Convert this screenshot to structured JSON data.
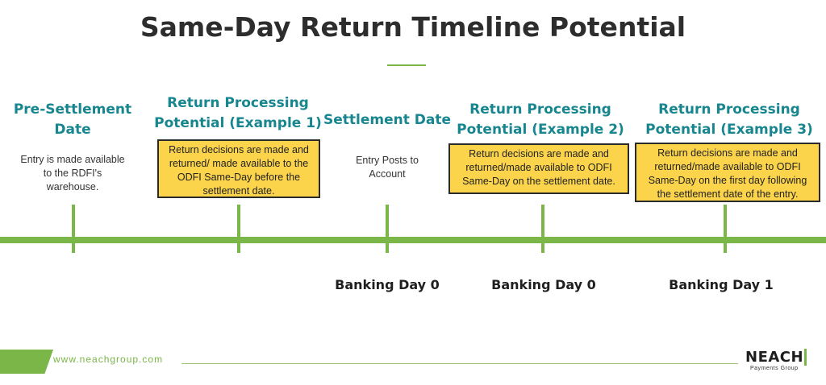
{
  "title": "Same-Day Return Timeline Potential",
  "colors": {
    "accent_green": "#7ab648",
    "heading_teal": "#17868f",
    "box_yellow": "#fbd44c"
  },
  "stages": [
    {
      "heading": "Pre-Settlement\nDate",
      "description": "Entry is made available\nto the RDFI's\nwarehouse."
    },
    {
      "heading": "Return Processing\nPotential (Example 1)",
      "box": "Return decisions are made and\nreturned/ made available to the\nODFI Same-Day before the\nsettlement date."
    },
    {
      "heading": "Settlement Date",
      "description": "Entry Posts to\nAccount",
      "banking_day": "Banking Day 0"
    },
    {
      "heading": "Return Processing\nPotential (Example 2)",
      "box": "Return decisions are made and\nreturned/made available to ODFI\nSame-Day on  the settlement date.",
      "banking_day": "Banking Day 0"
    },
    {
      "heading": "Return Processing\nPotential (Example 3)",
      "box": "Return decisions are made and\nreturned/made available to ODFI\nSame-Day on  the first day following\nthe settlement date of the entry.",
      "banking_day": "Banking Day 1"
    }
  ],
  "footer": {
    "url": "www.neachgroup.com",
    "logo_main": "NEAC",
    "logo_last": "H",
    "logo_sub": "Payments Group"
  }
}
